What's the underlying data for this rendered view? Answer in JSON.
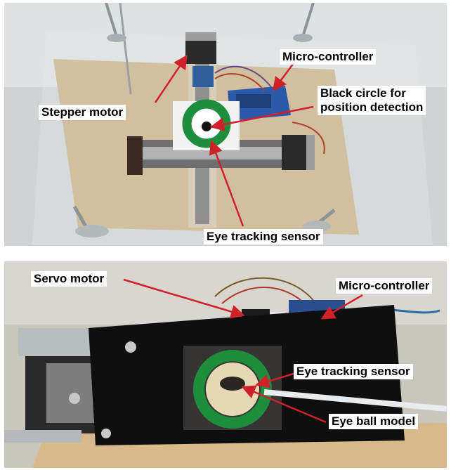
{
  "panels": {
    "top": {
      "labels": {
        "stepper_motor": "Stepper motor",
        "micro_controller": "Micro-controller",
        "black_circle": "Black circle for\nposition detection",
        "eye_tracking_sensor": "Eye tracking sensor"
      }
    },
    "bottom": {
      "labels": {
        "servo_motor": "Servo motor",
        "micro_controller": "Micro-controller",
        "eye_tracking_sensor": "Eye tracking sensor",
        "eye_ball_model": "Eye ball model"
      }
    }
  },
  "colors": {
    "arrow": "#d0202a",
    "label_text": "#000000",
    "label_bg": "#ffffff",
    "pcb_green": "#1d8f3c"
  }
}
